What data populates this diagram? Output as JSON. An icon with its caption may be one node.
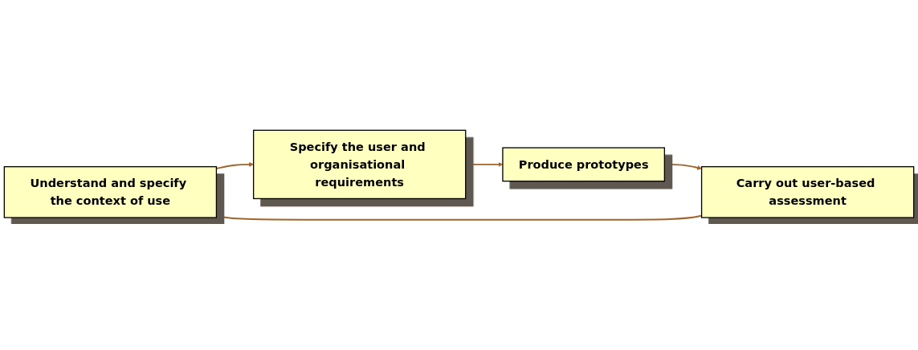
{
  "diagram": {
    "nodes": [
      {
        "text": [
          "Understand and specify the context of use"
        ]
      },
      {
        "text": [
          "Specify the user and organisational requirements"
        ]
      },
      {
        "text": [
          "Produce prototypes"
        ]
      },
      {
        "text": [
          "Carry out user-based assessment"
        ]
      }
    ],
    "edges": [
      {
        "from": 0,
        "to": 1,
        "arrow": "to"
      },
      {
        "from": 1,
        "to": 2,
        "arrow": "to"
      },
      {
        "from": 2,
        "to": 3,
        "arrow": "to"
      },
      {
        "from": 3,
        "to": 0,
        "arrow": "to"
      }
    ]
  }
}
